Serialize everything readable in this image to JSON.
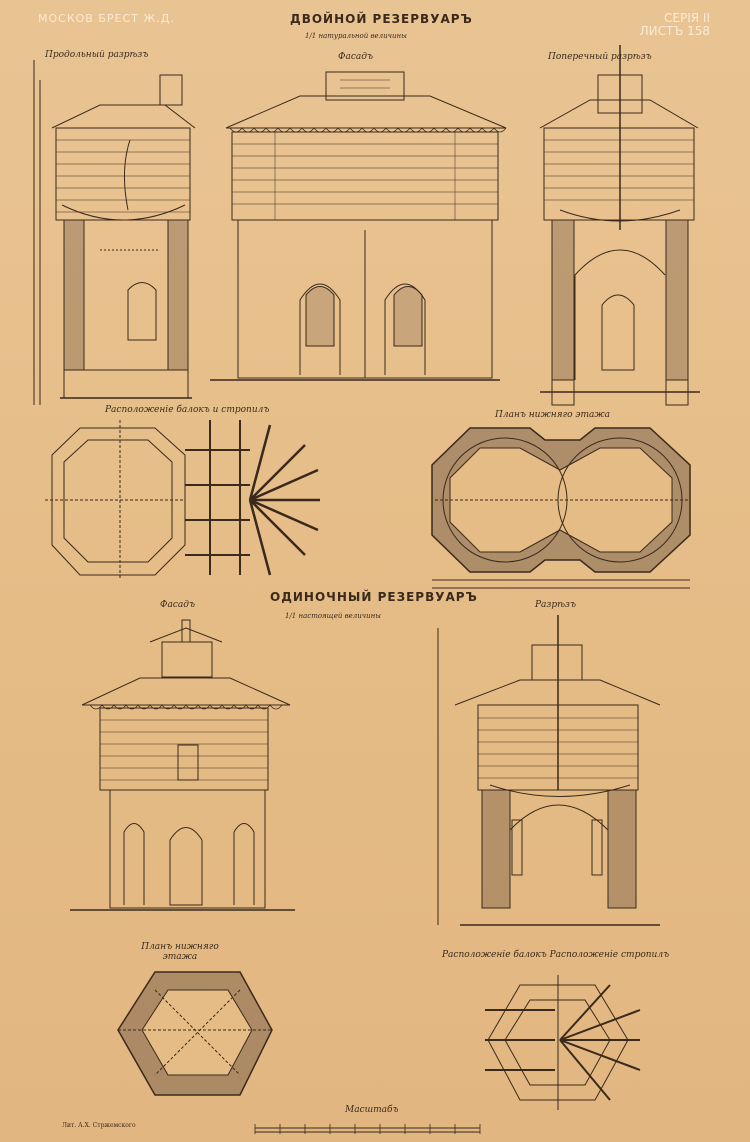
{
  "header": {
    "railway": "МОСКОВ  БРЕСТ Ж.Д.",
    "series": "СЕРІЯ II",
    "sheet": "ЛИСТЪ 158"
  },
  "double": {
    "title": "ДВОЙНОЙ РЕЗЕРВУАРЪ",
    "scale_note": "1/1 натуральной величины",
    "longitudinal": "Продольный разрѣзъ",
    "facade": "Фасадъ",
    "cross": "Поперечный разрѣзъ",
    "beams": "Расположеніе балокъ и стропилъ",
    "plan": "Планъ нижняго этажа"
  },
  "single": {
    "title": "ОДИНОЧНЫЙ РЕЗЕРВУАРЪ",
    "scale_note": "1/1 настоящей величины",
    "facade": "Фасадъ",
    "section": "Разрѣзъ",
    "plan": "Планъ нижняго этажа",
    "beams": "Расположеніе балокъ  Расположеніе стропилъ"
  },
  "footer": {
    "printer": "Лит. А.Х. Стржемского",
    "scale_label": "Масштабъ"
  }
}
